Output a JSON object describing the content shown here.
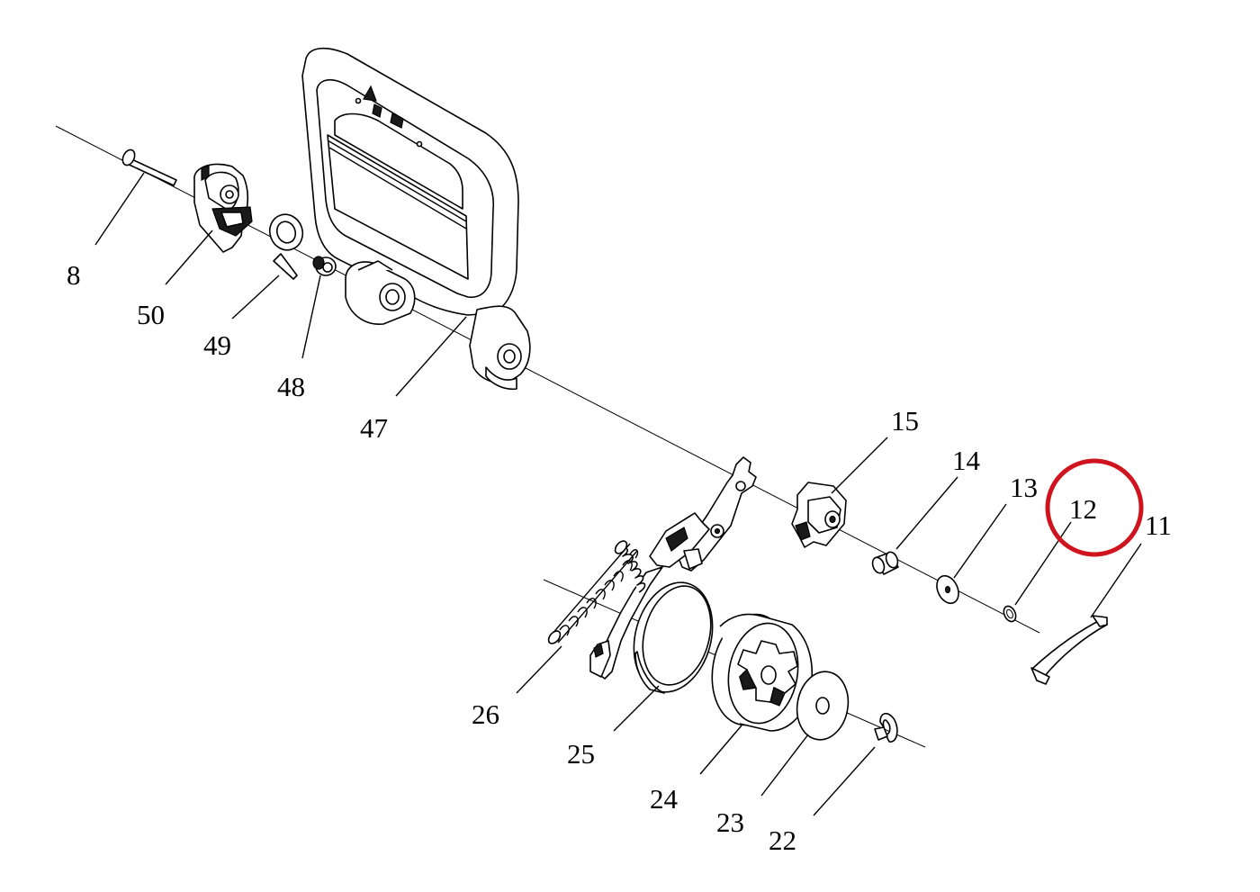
{
  "labels": {
    "p8": "8",
    "p50": "50",
    "p49": "49",
    "p48": "48",
    "p47": "47",
    "p15": "15",
    "p14": "14",
    "p13": "13",
    "p12": "12",
    "p11": "11",
    "p26": "26",
    "p25": "25",
    "p24": "24",
    "p23": "23",
    "p22": "22"
  },
  "highlight": {
    "target": "12",
    "color": "#d0141e"
  }
}
